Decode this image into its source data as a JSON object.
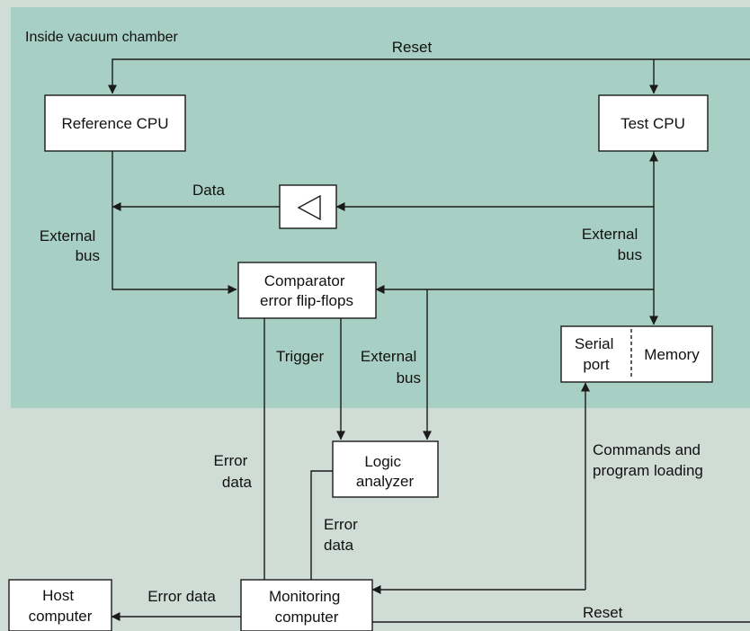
{
  "colors": {
    "vacuum_region": "#a8cfc4",
    "outside_region": "#d0dcd6",
    "box_fill": "#ffffff",
    "line": "#1a1a1a"
  },
  "regions": {
    "vacuum_chamber_label": "Inside vacuum chamber"
  },
  "boxes": {
    "reference_cpu": "Reference CPU",
    "test_cpu": "Test CPU",
    "comparator": [
      "Comparator",
      "error flip-flops"
    ],
    "serial_port": [
      "Serial",
      "port"
    ],
    "memory": "Memory",
    "logic_analyzer": [
      "Logic",
      "analyzer"
    ],
    "monitoring_computer": [
      "Monitoring",
      "computer"
    ],
    "host_computer": [
      "Host",
      "computer"
    ]
  },
  "buffer_icon": "triangle-buffer-icon",
  "signals": {
    "reset_top": "Reset",
    "data": "Data",
    "external_bus_left": [
      "External",
      "bus"
    ],
    "external_bus_right": [
      "External",
      "bus"
    ],
    "trigger": "Trigger",
    "external_bus_middle": [
      "External",
      "bus"
    ],
    "error_data_left": [
      "Error",
      "data"
    ],
    "error_data_analyzer": [
      "Error",
      "data"
    ],
    "commands": [
      "Commands and",
      "program loading"
    ],
    "error_data_host": "Error data",
    "reset_bottom": "Reset"
  }
}
